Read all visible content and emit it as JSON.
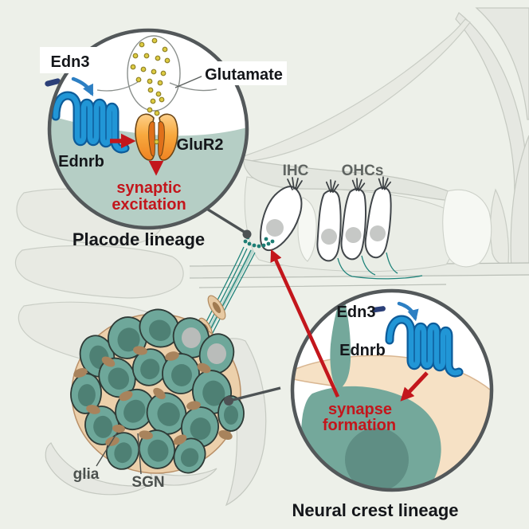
{
  "insets": {
    "placode": {
      "title": "Placode lineage",
      "ligand": "Edn3",
      "receptor": "Ednrb",
      "channel": "GluR2",
      "neurotransmitter": "Glutamate",
      "outcome_line1": "synaptic",
      "outcome_line2": "excitation"
    },
    "neural_crest": {
      "title": "Neural crest lineage",
      "ligand": "Edn3",
      "receptor": "Ednrb",
      "outcome_line1": "synapse",
      "outcome_line2": "formation"
    }
  },
  "anatomy": {
    "inner_hair_cell": "IHC",
    "outer_hair_cells": "OHCs",
    "glia": "glia",
    "spiral_ganglion": "SGN"
  },
  "colors": {
    "background": "#edf0e9",
    "anatomy_fill": "#e6e8e2",
    "inset_border": "#53585a",
    "postsynaptic_teal": "#b5cec5",
    "sgn_teal": "#6ea79a",
    "sgn_nucleus": "#4e8074",
    "soma_teal": "#74a89b",
    "soma_nucleus": "#5f8e84",
    "glia_tan": "#ecd0ab",
    "glia_tan_light": "#f6e1c5",
    "glia_nucleus": "#a8835c",
    "receptor_blue": "#2196d6",
    "receptor_blue_dark": "#0d5c9a",
    "ligand_navy": "#2b3f78",
    "arrow_blue": "#2d7fc3",
    "signal_red": "#c3161c",
    "glur2_orange": "#f8a93e",
    "glutamate_yellow": "#ddcb42",
    "nerve_teal": "#1f837a"
  }
}
